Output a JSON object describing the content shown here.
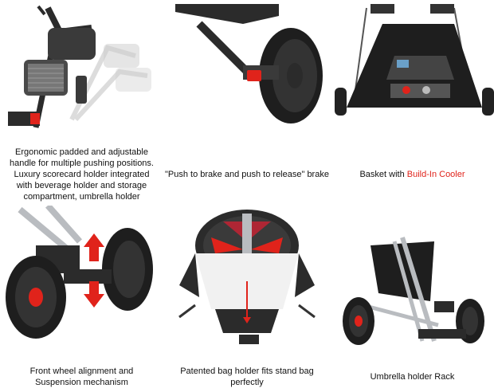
{
  "features": [
    {
      "caption_lines": [
        "Ergonomic padded and adjustable",
        "handle for multiple pushing positions.",
        "Luxury scorecard holder integrated",
        "with beverage holder and storage",
        "compartment, umbrella holder"
      ],
      "icon": "padded-handle-image"
    },
    {
      "caption_lines": [
        "\"Push to brake and push to release\" brake"
      ],
      "icon": "brake-wheel-image"
    },
    {
      "caption_prefix": "Basket with ",
      "caption_highlight": "Build-In Cooler",
      "icon": "basket-cooler-image"
    },
    {
      "caption_lines": [
        "Front wheel alignment and",
        "Suspension mechanism"
      ],
      "icon": "front-wheel-suspension-image"
    },
    {
      "caption_lines": [
        "Patented bag holder fits stand bag",
        "perfectly"
      ],
      "icon": "bag-holder-image"
    },
    {
      "caption_lines": [
        "Umbrella holder Rack"
      ],
      "icon": "umbrella-rack-image"
    }
  ],
  "colors": {
    "accent": "#e0231b",
    "frame": "#2b2b2b",
    "silver": "#b9bcc0"
  }
}
